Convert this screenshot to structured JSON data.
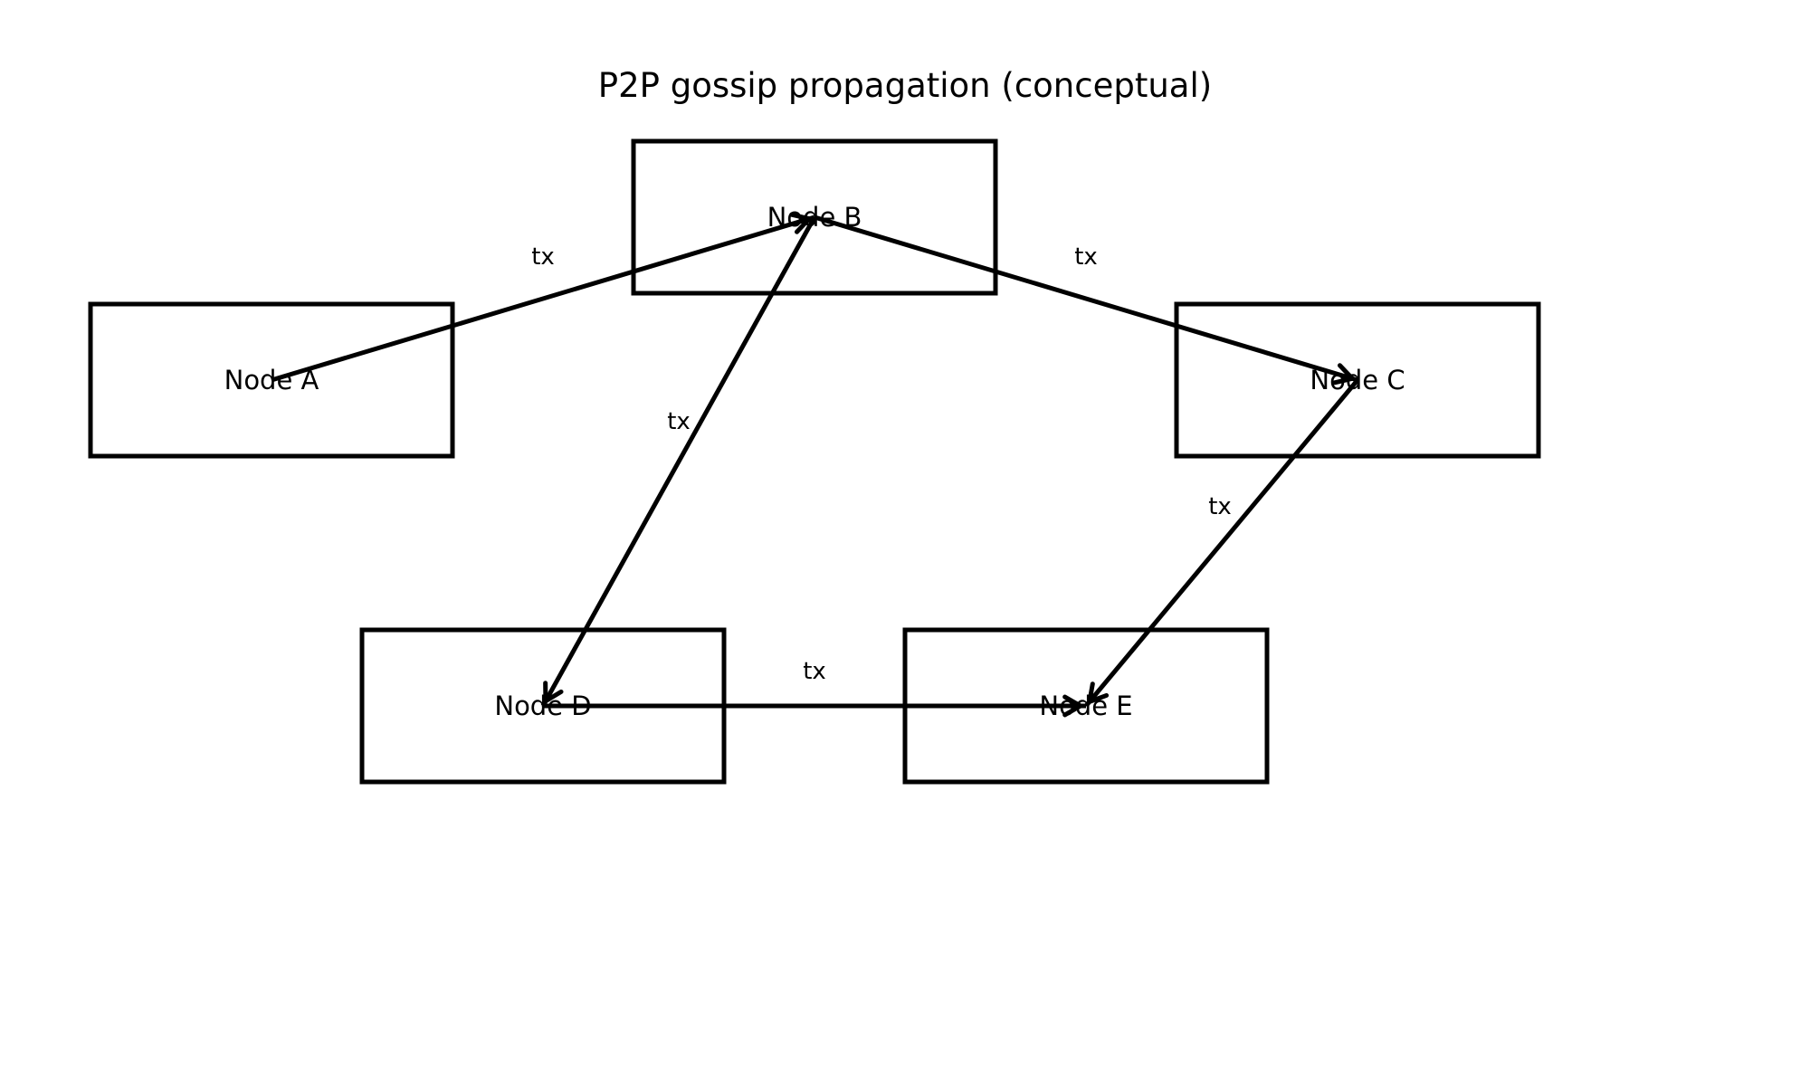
{
  "title": "P2P gossip propagation (conceptual)",
  "nodes": [
    {
      "id": "A",
      "label": "Node A"
    },
    {
      "id": "B",
      "label": "Node B"
    },
    {
      "id": "C",
      "label": "Node C"
    },
    {
      "id": "D",
      "label": "Node D"
    },
    {
      "id": "E",
      "label": "Node E"
    }
  ],
  "edges": [
    {
      "from": "A",
      "to": "B",
      "label": "tx"
    },
    {
      "from": "B",
      "to": "C",
      "label": "tx"
    },
    {
      "from": "B",
      "to": "D",
      "label": "tx"
    },
    {
      "from": "C",
      "to": "E",
      "label": "tx"
    },
    {
      "from": "D",
      "to": "E",
      "label": "tx"
    }
  ],
  "colors": {
    "stroke": "#000000",
    "background": "#ffffff"
  }
}
